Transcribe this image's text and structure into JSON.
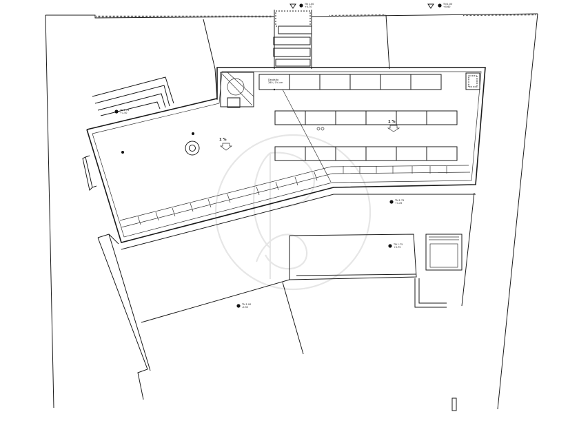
{
  "plan": {
    "slope_labels": [
      "1 %",
      "1 %"
    ],
    "level_markers": [
      {
        "code": "TN 1.00",
        "elev": "+0.70"
      },
      {
        "code": "TN 1.00",
        "elev": "+0.60"
      },
      {
        "code": "TN 1.75",
        "elev": "+1.50"
      },
      {
        "code": "TN 1.75",
        "elev": "+1.25"
      },
      {
        "code": "TN 1.75",
        "elev": "+0.75"
      },
      {
        "code": "TN 1.00",
        "elev": "-0.30"
      }
    ],
    "room_tag": [
      "Depósito",
      "280 / 1% cm"
    ]
  }
}
